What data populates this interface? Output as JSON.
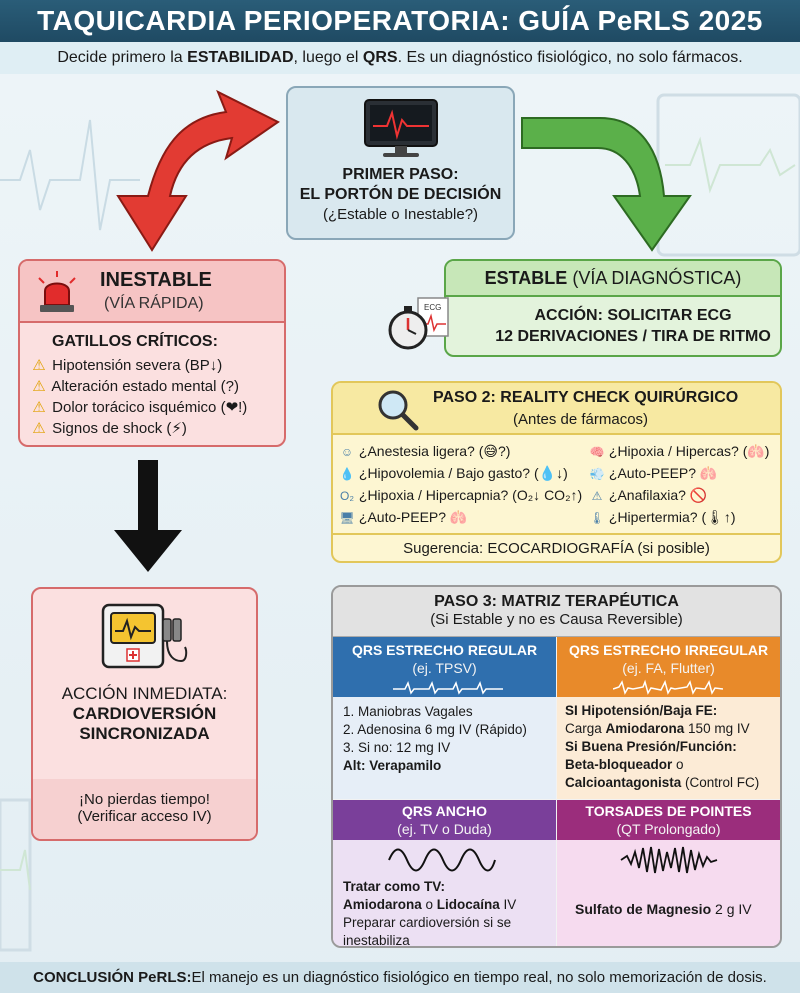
{
  "title": "TAQUICARDIA PERIOPERATORIA: GUÍA PeRLS 2025",
  "subtitle": {
    "p1": "Decide primero la ",
    "b1": "ESTABILIDAD",
    "p2": ", luego el ",
    "b2": "QRS",
    "p3": ". Es un diagnóstico fisiológico, no solo fármacos."
  },
  "gateway": {
    "line1": "PRIMER PASO:",
    "line2": "EL PORTÓN DE DECISIÓN",
    "line3": "(¿Estable o Inestable?)"
  },
  "unstable": {
    "title": "INESTABLE",
    "subtitle": "(VÍA RÁPIDA)",
    "triggers_title": "GATILLOS CRÍTICOS:",
    "triggers": [
      "Hipotensión severa (BP↓)",
      "Alteración estado mental (?)",
      "Dolor torácico isquémico (❤!)",
      "Signos de shock (⚡)"
    ]
  },
  "stable": {
    "title": "ESTABLE",
    "title_sub": "(VÍA DIAGNÓSTICA)",
    "action_l1": "ACCIÓN: SOLICITAR ECG",
    "action_l2": "12 DERIVACIONES / TIRA DE RITMO",
    "ecg_tag": "ECG"
  },
  "reality": {
    "title": "PASO 2: REALITY CHECK QUIRÚRGICO",
    "subtitle": "(Antes de fármacos)",
    "left": [
      "¿Anestesia ligera? (😅?)",
      "¿Hipovolemia / Bajo gasto? (💧↓)",
      "¿Hipoxia / Hipercapnia? (O₂↓ CO₂↑)",
      "¿Auto-PEEP? 🫁"
    ],
    "right": [
      "¿Hipoxia / Hipercas? (🫁)",
      "¿Auto-PEEP? 🫁",
      "¿Anafilaxia? 🚫",
      "¿Hipertermia? (🌡↑)"
    ],
    "left_icons": [
      "☺",
      "💧",
      "O₂",
      "🖥"
    ],
    "right_icons": [
      "🧠",
      "💨",
      "⚠",
      "🌡"
    ],
    "footer": "Sugerencia: ECOCARDIOGRAFÍA (si posible)"
  },
  "matrix": {
    "title": "PASO 3: MATRIZ TERAPÉUTICA",
    "subtitle": "(Si Estable y no es Causa Reversible)",
    "narrow_regular": {
      "title": "QRS ESTRECHO REGULAR",
      "sub": "(ej. TPSV)",
      "lines": [
        "1. Maniobras Vagales",
        "2. Adenosina 6 mg IV (Rápido)",
        "3. Si no: 12 mg IV"
      ],
      "alt_b": "Alt:",
      "alt_t": " Verapamilo"
    },
    "narrow_irregular": {
      "title": "QRS ESTRECHO IRREGULAR",
      "sub": "(ej. FA, Flutter)",
      "l1_b": "SI Hipotensión/Baja FE:",
      "l2_p": "Carga ",
      "l2_b": "Amiodarona",
      "l2_t": " 150 mg IV",
      "l3_b": "Si Buena Presión/Función:",
      "l4_b": "Beta-bloqueador",
      "l4_t": " o",
      "l5_b": "Calcioantagonista",
      "l5_t": " (Control FC)"
    },
    "wide": {
      "title": "QRS ANCHO",
      "sub": "(ej. TV o Duda)",
      "l1_b": "Tratar como TV:",
      "l2_b1": "Amiodarona",
      "l2_t": " o ",
      "l2_b2": "Lidocaína",
      "l2_t2": " IV",
      "l3": "Preparar cardioversión si se",
      "l4": "inestabiliza"
    },
    "torsades": {
      "title": "TORSADES DE POINTES",
      "sub": "(QT Prolongado)",
      "b": "Sulfato de Magnesio",
      "t": " 2 g IV"
    }
  },
  "action": {
    "l1": "ACCIÓN INMEDIATA:",
    "l2": "CARDIOVERSIÓN",
    "l3": "SINCRONIZADA",
    "f1": "¡No pierdas tiempo!",
    "f2": "(Verificar acceso IV)"
  },
  "footer": {
    "b": "CONCLUSIÓN PeRLS:",
    "t": " El manejo es un diagnóstico fisiológico en tiempo real, no solo memorización de dosis."
  },
  "colors": {
    "title_bg": "#1f4a63",
    "unstable": "#d66b6b",
    "stable": "#5aa648",
    "reality": "#e2c75a",
    "narrow_regular": "#2f6fae",
    "narrow_irregular": "#e88a2a",
    "wide": "#7a3f9a",
    "torsades": "#9b2d7c",
    "arrow_red": "#e23b33",
    "arrow_green": "#5bb04a"
  }
}
